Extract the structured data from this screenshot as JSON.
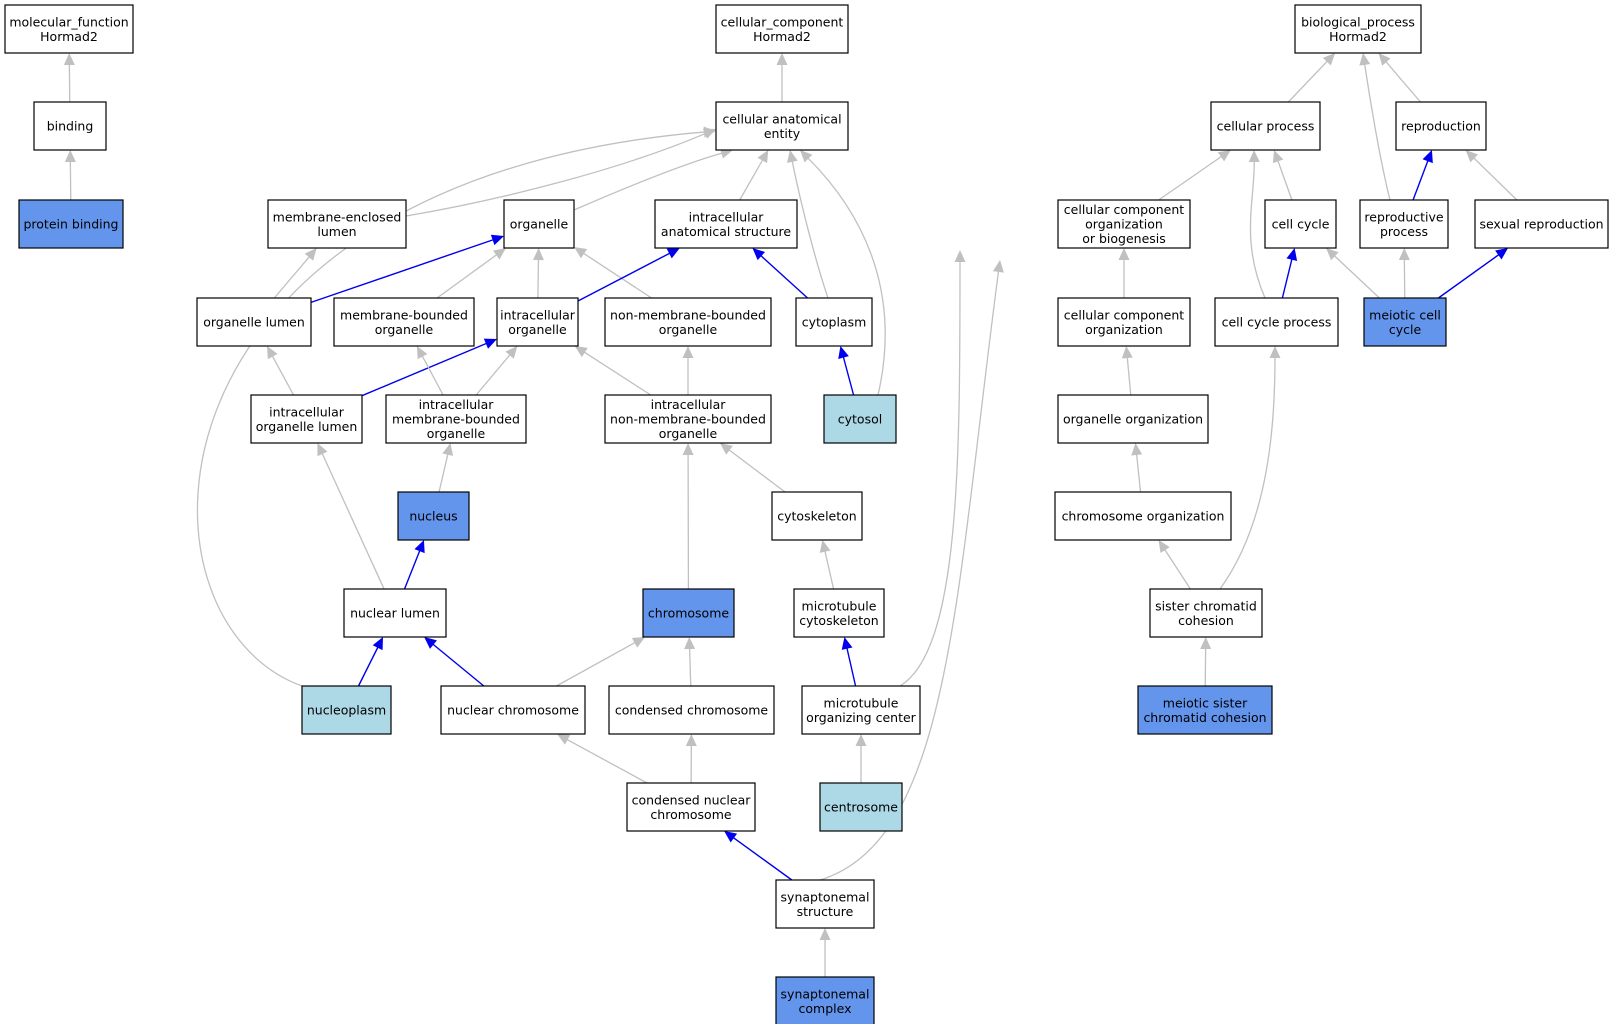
{
  "colors": {
    "plain": "#ffffff",
    "annotated": "#6495ed",
    "cellular_location": "#add8e6",
    "is_a_edge": "#c0c0c0",
    "part_of_edge": "#0000ee"
  },
  "nodes": {
    "mf_root": {
      "label": "molecular_function\nHormad2",
      "style": "plain"
    },
    "binding": {
      "label": "binding",
      "style": "plain"
    },
    "protein_binding": {
      "label": "protein binding",
      "style": "annotated"
    },
    "cc_root": {
      "label": "cellular_component\nHormad2",
      "style": "plain"
    },
    "cae": {
      "label": "cellular anatomical\nentity",
      "style": "plain"
    },
    "mel": {
      "label": "membrane-enclosed\nlumen",
      "style": "plain"
    },
    "organelle": {
      "label": "organelle",
      "style": "plain"
    },
    "ias": {
      "label": "intracellular\nanatomical structure",
      "style": "plain"
    },
    "org_lumen": {
      "label": "organelle lumen",
      "style": "plain"
    },
    "mbo": {
      "label": "membrane-bounded\norganelle",
      "style": "plain"
    },
    "io": {
      "label": "intracellular\norganelle",
      "style": "plain"
    },
    "nmbo": {
      "label": "non-membrane-bounded\norganelle",
      "style": "plain"
    },
    "cytoplasm": {
      "label": "cytoplasm",
      "style": "plain"
    },
    "iol": {
      "label": "intracellular\norganelle lumen",
      "style": "plain"
    },
    "imbo": {
      "label": "intracellular\nmembrane-bounded\norganelle",
      "style": "plain"
    },
    "inmbo": {
      "label": "intracellular\nnon-membrane-bounded\norganelle",
      "style": "plain"
    },
    "cytosol": {
      "label": "cytosol",
      "style": "cellular_location"
    },
    "nucleus": {
      "label": "nucleus",
      "style": "annotated"
    },
    "cytoskeleton": {
      "label": "cytoskeleton",
      "style": "plain"
    },
    "nuclear_lumen": {
      "label": "nuclear lumen",
      "style": "plain"
    },
    "chromosome": {
      "label": "chromosome",
      "style": "annotated"
    },
    "mt_cytoskeleton": {
      "label": "microtubule\ncytoskeleton",
      "style": "plain"
    },
    "nucleoplasm": {
      "label": "nucleoplasm",
      "style": "cellular_location"
    },
    "nuclear_chromosome": {
      "label": "nuclear chromosome",
      "style": "plain"
    },
    "condensed_chromosome": {
      "label": "condensed chromosome",
      "style": "plain"
    },
    "mtoc": {
      "label": "microtubule\norganizing center",
      "style": "plain"
    },
    "cnc": {
      "label": "condensed nuclear\nchromosome",
      "style": "plain"
    },
    "centrosome": {
      "label": "centrosome",
      "style": "cellular_location"
    },
    "synaptonemal_structure": {
      "label": "synaptonemal\nstructure",
      "style": "plain"
    },
    "synaptonemal_complex": {
      "label": "synaptonemal\ncomplex",
      "style": "annotated"
    },
    "bp_root": {
      "label": "biological_process\nHormad2",
      "style": "plain"
    },
    "cellular_process": {
      "label": "cellular process",
      "style": "plain"
    },
    "reproduction": {
      "label": "reproduction",
      "style": "plain"
    },
    "ccob": {
      "label": "cellular component\norganization\nor biogenesis",
      "style": "plain"
    },
    "cell_cycle": {
      "label": "cell cycle",
      "style": "plain"
    },
    "reproductive_process": {
      "label": "reproductive\nprocess",
      "style": "plain"
    },
    "sexual_reproduction": {
      "label": "sexual reproduction",
      "style": "plain"
    },
    "cco": {
      "label": "cellular component\norganization",
      "style": "plain"
    },
    "cell_cycle_process": {
      "label": "cell cycle process",
      "style": "plain"
    },
    "meiotic_cell_cycle": {
      "label": "meiotic cell\ncycle",
      "style": "annotated"
    },
    "organelle_org": {
      "label": "organelle organization",
      "style": "plain"
    },
    "chromosome_org": {
      "label": "chromosome organization",
      "style": "plain"
    },
    "sister_cohesion": {
      "label": "sister chromatid\ncohesion",
      "style": "plain"
    },
    "meiotic_sister_cohesion": {
      "label": "meiotic sister\nchromatid cohesion",
      "style": "annotated"
    }
  },
  "edges": [
    {
      "from": "binding",
      "to": "mf_root",
      "type": "is_a"
    },
    {
      "from": "protein_binding",
      "to": "binding",
      "type": "is_a"
    },
    {
      "from": "cae",
      "to": "cc_root",
      "type": "is_a"
    },
    {
      "from": "mel",
      "to": "cae",
      "type": "is_a"
    },
    {
      "from": "organelle",
      "to": "cae",
      "type": "is_a"
    },
    {
      "from": "ias",
      "to": "cae",
      "type": "is_a"
    },
    {
      "from": "cytoplasm",
      "to": "cae",
      "type": "is_a"
    },
    {
      "from": "cytosol",
      "to": "cae",
      "type": "is_a"
    },
    {
      "from": "nucleoplasm",
      "to": "cae",
      "type": "is_a"
    },
    {
      "from": "mtoc",
      "to": "cae",
      "type": "is_a"
    },
    {
      "from": "synaptonemal_structure",
      "to": "cae",
      "type": "is_a"
    },
    {
      "from": "org_lumen",
      "to": "mel",
      "type": "is_a"
    },
    {
      "from": "org_lumen",
      "to": "organelle",
      "type": "part_of"
    },
    {
      "from": "mbo",
      "to": "organelle",
      "type": "is_a"
    },
    {
      "from": "io",
      "to": "organelle",
      "type": "is_a"
    },
    {
      "from": "nmbo",
      "to": "organelle",
      "type": "is_a"
    },
    {
      "from": "io",
      "to": "ias",
      "type": "part_of"
    },
    {
      "from": "cytoplasm",
      "to": "ias",
      "type": "part_of"
    },
    {
      "from": "iol",
      "to": "org_lumen",
      "type": "is_a"
    },
    {
      "from": "iol",
      "to": "io",
      "type": "part_of"
    },
    {
      "from": "imbo",
      "to": "mbo",
      "type": "is_a"
    },
    {
      "from": "imbo",
      "to": "io",
      "type": "is_a"
    },
    {
      "from": "inmbo",
      "to": "io",
      "type": "is_a"
    },
    {
      "from": "inmbo",
      "to": "nmbo",
      "type": "is_a"
    },
    {
      "from": "cytosol",
      "to": "cytoplasm",
      "type": "part_of"
    },
    {
      "from": "nucleus",
      "to": "imbo",
      "type": "is_a"
    },
    {
      "from": "cytoskeleton",
      "to": "inmbo",
      "type": "is_a"
    },
    {
      "from": "chromosome",
      "to": "inmbo",
      "type": "is_a"
    },
    {
      "from": "nuclear_lumen",
      "to": "iol",
      "type": "is_a"
    },
    {
      "from": "nuclear_lumen",
      "to": "nucleus",
      "type": "part_of"
    },
    {
      "from": "mt_cytoskeleton",
      "to": "cytoskeleton",
      "type": "is_a"
    },
    {
      "from": "nucleoplasm",
      "to": "nuclear_lumen",
      "type": "part_of"
    },
    {
      "from": "nuclear_chromosome",
      "to": "nuclear_lumen",
      "type": "part_of"
    },
    {
      "from": "nuclear_chromosome",
      "to": "chromosome",
      "type": "is_a"
    },
    {
      "from": "condensed_chromosome",
      "to": "chromosome",
      "type": "is_a"
    },
    {
      "from": "mtoc",
      "to": "mt_cytoskeleton",
      "type": "part_of"
    },
    {
      "from": "cnc",
      "to": "nuclear_chromosome",
      "type": "is_a"
    },
    {
      "from": "cnc",
      "to": "condensed_chromosome",
      "type": "is_a"
    },
    {
      "from": "centrosome",
      "to": "mtoc",
      "type": "is_a"
    },
    {
      "from": "synaptonemal_structure",
      "to": "cnc",
      "type": "part_of"
    },
    {
      "from": "synaptonemal_complex",
      "to": "synaptonemal_structure",
      "type": "is_a"
    },
    {
      "from": "cellular_process",
      "to": "bp_root",
      "type": "is_a"
    },
    {
      "from": "reproduction",
      "to": "bp_root",
      "type": "is_a"
    },
    {
      "from": "reproductive_process",
      "to": "bp_root",
      "type": "is_a"
    },
    {
      "from": "ccob",
      "to": "cellular_process",
      "type": "is_a"
    },
    {
      "from": "cell_cycle",
      "to": "cellular_process",
      "type": "is_a"
    },
    {
      "from": "cell_cycle_process",
      "to": "cellular_process",
      "type": "is_a"
    },
    {
      "from": "reproductive_process",
      "to": "reproduction",
      "type": "part_of"
    },
    {
      "from": "sexual_reproduction",
      "to": "reproduction",
      "type": "is_a"
    },
    {
      "from": "cco",
      "to": "ccob",
      "type": "is_a"
    },
    {
      "from": "cell_cycle_process",
      "to": "cell_cycle",
      "type": "part_of"
    },
    {
      "from": "meiotic_cell_cycle",
      "to": "cell_cycle",
      "type": "is_a"
    },
    {
      "from": "meiotic_cell_cycle",
      "to": "reproductive_process",
      "type": "is_a"
    },
    {
      "from": "meiotic_cell_cycle",
      "to": "sexual_reproduction",
      "type": "part_of"
    },
    {
      "from": "organelle_org",
      "to": "cco",
      "type": "is_a"
    },
    {
      "from": "chromosome_org",
      "to": "organelle_org",
      "type": "is_a"
    },
    {
      "from": "sister_cohesion",
      "to": "chromosome_org",
      "type": "is_a"
    },
    {
      "from": "sister_cohesion",
      "to": "cell_cycle_process",
      "type": "is_a"
    },
    {
      "from": "meiotic_sister_cohesion",
      "to": "sister_cohesion",
      "type": "is_a"
    }
  ]
}
